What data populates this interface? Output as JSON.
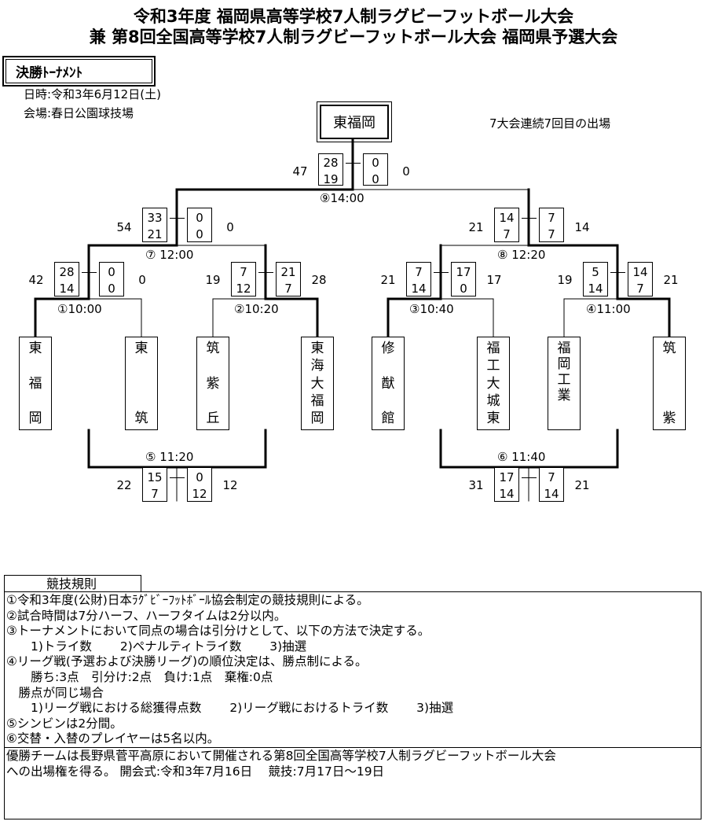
{
  "header": {
    "title1": "令和3年度 福岡県高等学校7人制ラグビーフットボール大会",
    "title2": "兼 第8回全国高等学校7人制ラグビーフットボール大会 福岡県予選大会"
  },
  "section": {
    "label": "決勝ﾄｰﾅﾒﾝﾄ"
  },
  "info": {
    "date": "日時:令和3年6月12日(土)",
    "venue": "会場:春日公園球技場"
  },
  "champion": {
    "name": "東福岡",
    "note": "7大会連続7回目の出場"
  },
  "teams": [
    {
      "chars": [
        "東",
        "福",
        "岡"
      ]
    },
    {
      "chars": [
        "東",
        "",
        "筑"
      ]
    },
    {
      "chars": [
        "筑",
        "紫",
        "丘"
      ]
    },
    {
      "chars": [
        "東",
        "海",
        "大",
        "福",
        "岡"
      ]
    },
    {
      "chars": [
        "修",
        "猷",
        "館"
      ]
    },
    {
      "chars": [
        "福",
        "工",
        "大",
        "城",
        "東"
      ]
    },
    {
      "chars": [
        "福",
        "岡",
        "工",
        "業"
      ]
    },
    {
      "chars": [
        "筑",
        "",
        "紫"
      ]
    }
  ],
  "matches": {
    "m1": {
      "label": "①10:00",
      "left_total": "42",
      "right_total": "0",
      "left_halves": [
        "28",
        "14"
      ],
      "right_halves": [
        "0",
        "0"
      ]
    },
    "m2": {
      "label": "②10:20",
      "left_total": "19",
      "right_total": "28",
      "left_halves": [
        "7",
        "12"
      ],
      "right_halves": [
        "21",
        "7"
      ]
    },
    "m3": {
      "label": "③10:40",
      "left_total": "21",
      "right_total": "17",
      "left_halves": [
        "7",
        "14"
      ],
      "right_halves": [
        "17",
        "0"
      ]
    },
    "m4": {
      "label": "④11:00",
      "left_total": "19",
      "right_total": "21",
      "left_halves": [
        "5",
        "14"
      ],
      "right_halves": [
        "14",
        "7"
      ]
    },
    "m5": {
      "label": "⑤ 11:20",
      "left_total": "22",
      "right_total": "12",
      "left_halves": [
        "15",
        "7"
      ],
      "right_halves": [
        "0",
        "12"
      ]
    },
    "m6": {
      "label": "⑥ 11:40",
      "left_total": "31",
      "right_total": "21",
      "left_halves": [
        "17",
        "14"
      ],
      "right_halves": [
        "7",
        "14"
      ]
    },
    "m7": {
      "label": "⑦ 12:00",
      "left_total": "54",
      "right_total": "0",
      "left_halves": [
        "33",
        "21"
      ],
      "right_halves": [
        "0",
        "0"
      ]
    },
    "m8": {
      "label": "⑧ 12:20",
      "left_total": "21",
      "right_total": "14",
      "left_halves": [
        "14",
        "7"
      ],
      "right_halves": [
        "7",
        "7"
      ]
    },
    "m9": {
      "label": "⑨14:00",
      "left_total": "47",
      "right_total": "0",
      "left_halves": [
        "28",
        "19"
      ],
      "right_halves": [
        "0",
        "0"
      ]
    }
  },
  "rules": {
    "heading": "競技規則",
    "lines": [
      "①令和3年度(公財)日本ﾗｸﾞﾋﾞｰﾌｯﾄﾎﾞｰﾙ協会制定の競技規則による。",
      "②試合時間は7分ハーフ、ハーフタイムは2分以内。",
      "③トーナメントにおいて同点の場合は引分けとして、以下の方法で決定する。",
      "　　1)トライ数　　 2)ペナルティトライ数　　 3)抽選",
      "④リーグ戦(予選および決勝リーグ)の順位決定は、勝点制による。",
      "　　勝ち:3点　引分け:2点　負け:1点　棄権:0点",
      "　勝点が同じ場合",
      "　　1)リーグ戦における総獲得点数　　 2)リーグ戦におけるトライ数　　 3)抽選",
      "⑤シンビンは2分間。",
      "⑥交替・入替のプレイヤーは5名以内。"
    ],
    "footer1": "優勝チームは長野県菅平高原において開催される第8回全国高等学校7人制ラグビーフットボール大会",
    "footer2": "への出場権を得る。 開会式:令和3年7月16日　 競技:7月17日～19日"
  }
}
